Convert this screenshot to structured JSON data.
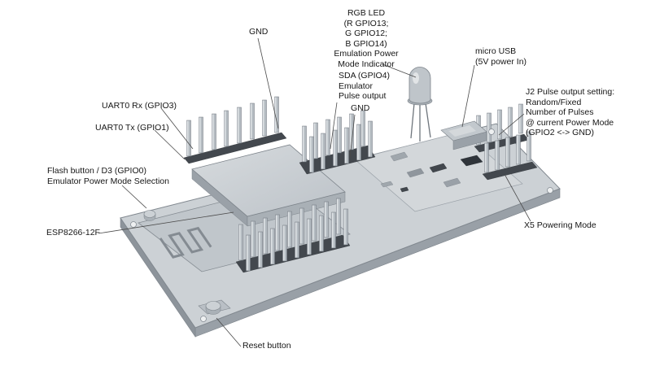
{
  "diagram": {
    "labels": {
      "gnd_top": "GND",
      "rgb_led": "RGB LED\n(R GPIO13;\nG GPIO12;\nB GPIO14)\nEmulation Power\nMode Indicator",
      "micro_usb": "micro USB\n(5V power In)",
      "sda": "SDA (GPIO4)\nEmulator\nPulse output",
      "gnd_mid": "GND",
      "j2": "J2 Pulse output setting:\nRandom/Fixed\nNumber of Pulses\n@ current Power Mode\n(GPIO2 <-> GND)",
      "uart0_rx": "UART0 Rx (GPIO3)",
      "uart0_tx": "UART0 Tx (GPIO1)",
      "flash": "Flash button / D3 (GPIO0)\nEmulator Power Mode Selection",
      "esp_module": "ESP8266-12F",
      "x5": "X5 Powering Mode",
      "reset": "Reset button"
    },
    "colors": {
      "background": "#ffffff",
      "board_top": "#ccd1d5",
      "board_side": "#99a0a7",
      "header_plastic": "#43484e",
      "leader_line": "#4a4a4a",
      "text": "#161616"
    }
  }
}
